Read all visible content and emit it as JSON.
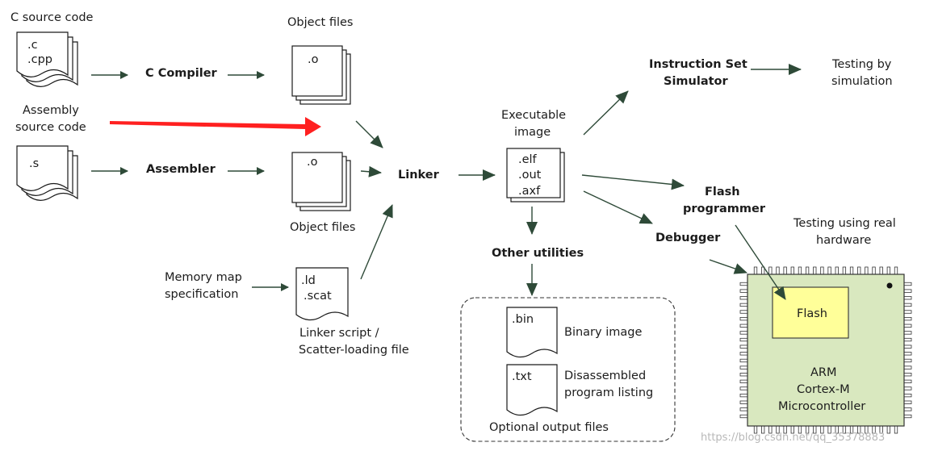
{
  "labels": {
    "c_source_code": "C source code",
    "c_ext": ".c",
    "cpp_ext": ".cpp",
    "assembly_l1": "Assembly",
    "assembly_l2": "source code",
    "s_ext": ".s",
    "c_compiler": "C Compiler",
    "assembler": "Assembler",
    "object_files_top": "Object files",
    "o_ext_top": ".o",
    "o_ext_bottom": ".o",
    "object_files_bottom": "Object files",
    "memory_map_l1": "Memory map",
    "memory_map_l2": "specification",
    "ld_ext": ".ld",
    "scat_ext": ".scat",
    "linker_script_l1": "Linker script /",
    "linker_script_l2": "Scatter-loading file",
    "linker": "Linker",
    "executable_l1": "Executable",
    "executable_l2": "image",
    "elf_ext": ".elf",
    "out_ext": ".out",
    "axf_ext": ".axf",
    "other_utilities": "Other utilities",
    "bin_ext": ".bin",
    "binary_image": "Binary image",
    "txt_ext": ".txt",
    "disassembled_l1": "Disassembled",
    "disassembled_l2": "program listing",
    "optional_output": "Optional output files",
    "iss_l1": "Instruction Set",
    "iss_l2": "Simulator",
    "testing_sim_l1": "Testing by",
    "testing_sim_l2": "simulation",
    "flash_prog_l1": "Flash",
    "flash_prog_l2": "programmer",
    "debugger": "Debugger",
    "testing_hw_l1": "Testing using real",
    "testing_hw_l2": "hardware",
    "flash": "Flash",
    "arm_l1": "ARM",
    "arm_l2": "Cortex-M",
    "arm_l3": "Microcontroller",
    "watermark": "https://blog.csdn.net/qq_35378883"
  },
  "colors": {
    "arrow": "#2e4a38",
    "highlight_arrow": "#ff2020",
    "chip_fill": "#d9e8bf",
    "flash_fill": "#ffff99",
    "text": "#1c1c1c"
  }
}
